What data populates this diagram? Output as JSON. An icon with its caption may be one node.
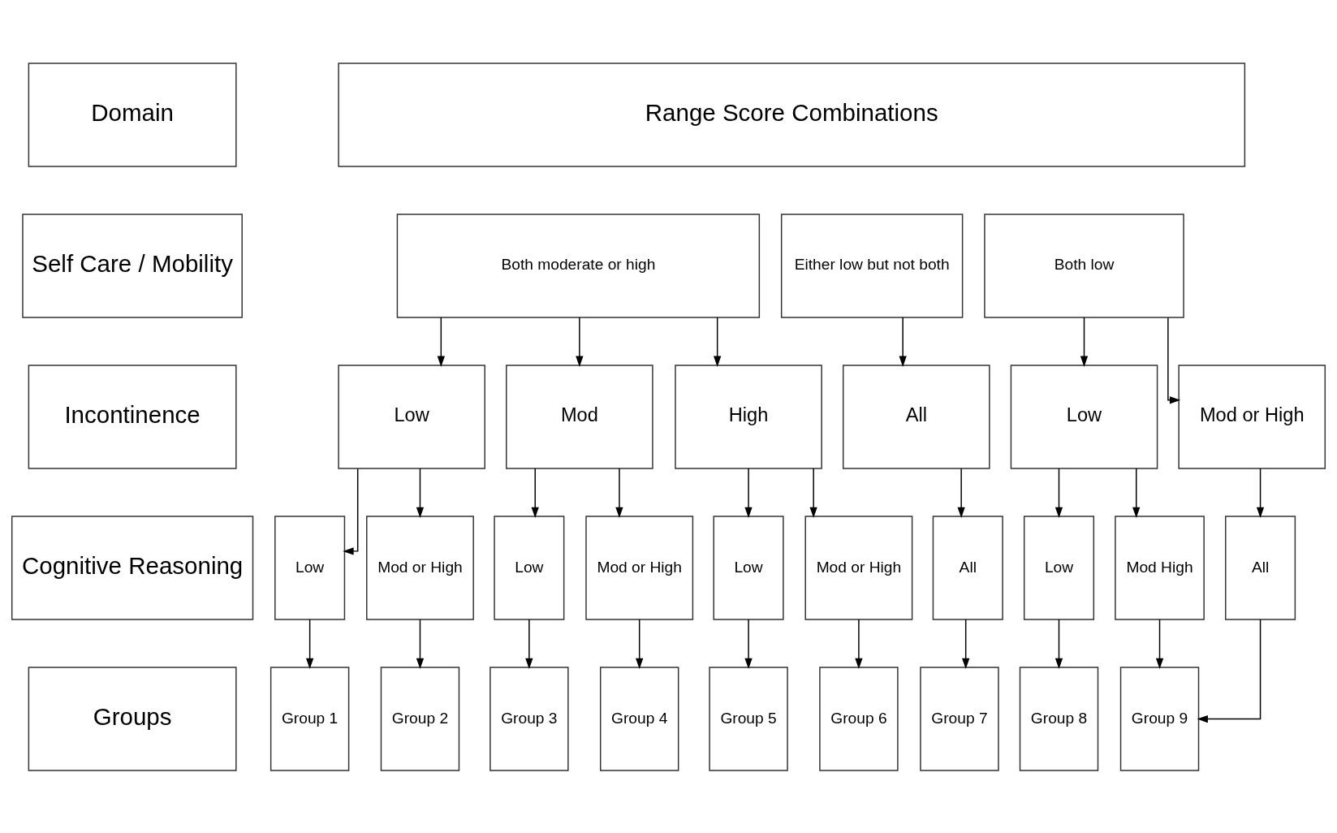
{
  "diagram": {
    "nodes": [
      {
        "text": [
          "Domain"
        ]
      },
      {
        "text": [
          "Range Score Combinations"
        ]
      },
      {
        "text": [
          "Self Care / Mobility"
        ]
      },
      {
        "text": [
          "Both moderate or high"
        ]
      },
      {
        "text": [
          "Either low but not both"
        ]
      },
      {
        "text": [
          "Both low"
        ]
      },
      {
        "text": [
          "Incontinence"
        ]
      },
      {
        "text": [
          "Low"
        ]
      },
      {
        "text": [
          "Mod"
        ]
      },
      {
        "text": [
          "High"
        ]
      },
      {
        "text": [
          "All"
        ]
      },
      {
        "text": [
          "Low"
        ]
      },
      {
        "text": [
          "Mod or High"
        ]
      },
      {
        "text": [
          "Cognitive Reasoning"
        ]
      },
      {
        "text": [
          "Low"
        ]
      },
      {
        "text": [
          "Mod or High"
        ]
      },
      {
        "text": [
          "Low"
        ]
      },
      {
        "text": [
          "Mod or High"
        ]
      },
      {
        "text": [
          "Low"
        ]
      },
      {
        "text": [
          "Mod or High"
        ]
      },
      {
        "text": [
          "All"
        ]
      },
      {
        "text": [
          "Low"
        ]
      },
      {
        "text": [
          "Mod High"
        ]
      },
      {
        "text": [
          "All"
        ]
      },
      {
        "text": [
          "Groups"
        ]
      },
      {
        "text": [
          "Group 1"
        ]
      },
      {
        "text": [
          "Group 2"
        ]
      },
      {
        "text": [
          "Group 3"
        ]
      },
      {
        "text": [
          "Group 4"
        ]
      },
      {
        "text": [
          "Group 5"
        ]
      },
      {
        "text": [
          "Group 6"
        ]
      },
      {
        "text": [
          "Group 7"
        ]
      },
      {
        "text": [
          "Group 8"
        ]
      },
      {
        "text": [
          "Group 9"
        ]
      }
    ],
    "edges": [
      {
        "from": 3,
        "to": 7,
        "arrow": "to"
      },
      {
        "from": 3,
        "to": 8,
        "arrow": "to"
      },
      {
        "from": 3,
        "to": 9,
        "arrow": "to"
      },
      {
        "from": 4,
        "to": 10,
        "arrow": "to"
      },
      {
        "from": 5,
        "to": 11,
        "arrow": "to"
      },
      {
        "from": 5,
        "to": 12,
        "arrow": "to"
      },
      {
        "from": 7,
        "to": 14,
        "arrow": "to"
      },
      {
        "from": 7,
        "to": 15,
        "arrow": "to"
      },
      {
        "from": 8,
        "to": 16,
        "arrow": "to"
      },
      {
        "from": 8,
        "to": 17,
        "arrow": "to"
      },
      {
        "from": 9,
        "to": 18,
        "arrow": "to"
      },
      {
        "from": 9,
        "to": 19,
        "arrow": "to"
      },
      {
        "from": 10,
        "to": 20,
        "arrow": "to"
      },
      {
        "from": 11,
        "to": 21,
        "arrow": "to"
      },
      {
        "from": 11,
        "to": 22,
        "arrow": "to"
      },
      {
        "from": 12,
        "to": 23,
        "arrow": "to"
      },
      {
        "from": 14,
        "to": 25,
        "arrow": "to"
      },
      {
        "from": 15,
        "to": 26,
        "arrow": "to"
      },
      {
        "from": 16,
        "to": 27,
        "arrow": "to"
      },
      {
        "from": 17,
        "to": 28,
        "arrow": "to"
      },
      {
        "from": 18,
        "to": 29,
        "arrow": "to"
      },
      {
        "from": 19,
        "to": 30,
        "arrow": "to"
      },
      {
        "from": 20,
        "to": 31,
        "arrow": "to"
      },
      {
        "from": 21,
        "to": 32,
        "arrow": "to"
      },
      {
        "from": 22,
        "to": 33,
        "arrow": "to"
      },
      {
        "from": 23,
        "to": 33,
        "arrow": "to"
      }
    ]
  }
}
